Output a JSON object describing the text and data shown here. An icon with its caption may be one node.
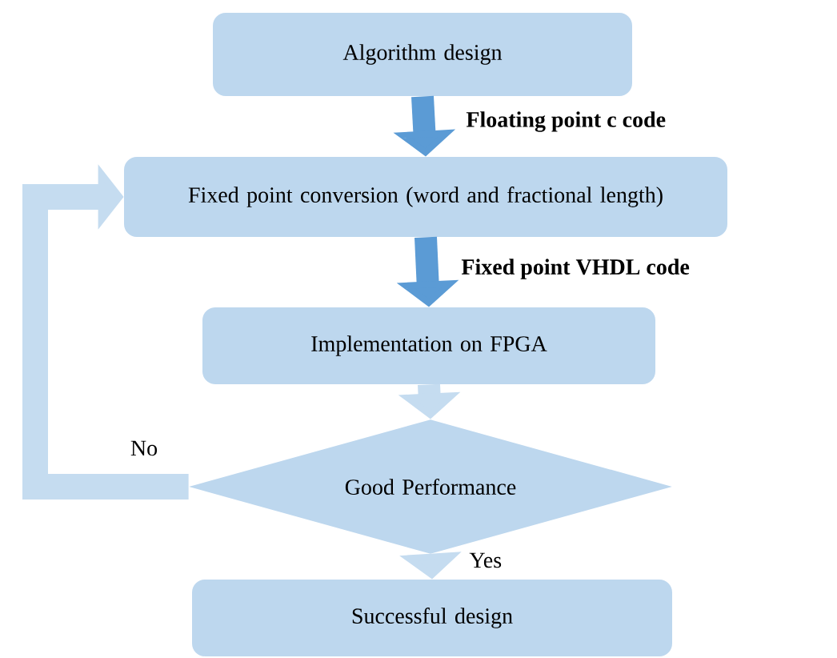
{
  "diagram": {
    "nodes": [
      {
        "text": [
          "Algorithm design"
        ]
      },
      {
        "text": [
          "Fixed point conversion (word and fractional length)"
        ]
      },
      {
        "text": [
          "Implementation on FPGA"
        ]
      },
      {
        "text": [
          "Good Performance"
        ]
      },
      {
        "text": [
          "Successful design"
        ]
      }
    ],
    "edges": [
      {
        "from": 0,
        "to": 1,
        "arrow": "to",
        "label": "Floating point c code",
        "color": "#5b9bd5"
      },
      {
        "from": 1,
        "to": 2,
        "arrow": "to",
        "label": "Fixed point VHDL code",
        "color": "#5b9bd5"
      },
      {
        "from": 2,
        "to": 3,
        "arrow": "to",
        "color": "#c5dcf0"
      },
      {
        "from": 3,
        "to": 4,
        "arrow": "to",
        "label": "Yes",
        "color": "#c5dcf0"
      },
      {
        "from": 3,
        "to": 1,
        "arrow": "to",
        "label": "No",
        "color": "#c5dcf0"
      }
    ]
  }
}
